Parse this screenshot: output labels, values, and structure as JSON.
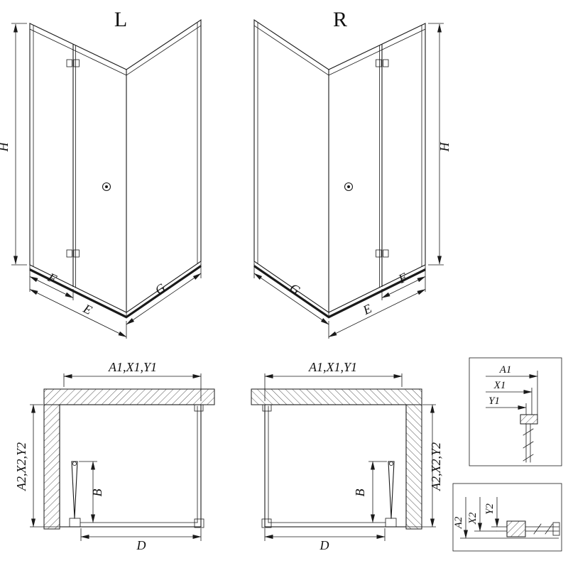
{
  "views": {
    "perspective_left": {
      "title": "L",
      "h": "H",
      "f": "F",
      "e": "E",
      "g": "G"
    },
    "perspective_right": {
      "title": "R",
      "h": "H",
      "f": "F",
      "e": "E",
      "g": "G"
    },
    "plan_left": {
      "top": "A1,X1,Y1",
      "side": "A2,X2,Y2",
      "b": "B",
      "d": "D"
    },
    "plan_right": {
      "top": "A1,X1,Y1",
      "side": "A2,X2,Y2",
      "b": "B",
      "d": "D"
    },
    "detail_top": {
      "a1": "A1",
      "x1": "X1",
      "y1": "Y1"
    },
    "detail_bottom": {
      "a2": "A2",
      "x2": "X2",
      "y2": "Y2"
    }
  },
  "colors": {
    "line": "#1a1a1a",
    "background": "#ffffff"
  }
}
